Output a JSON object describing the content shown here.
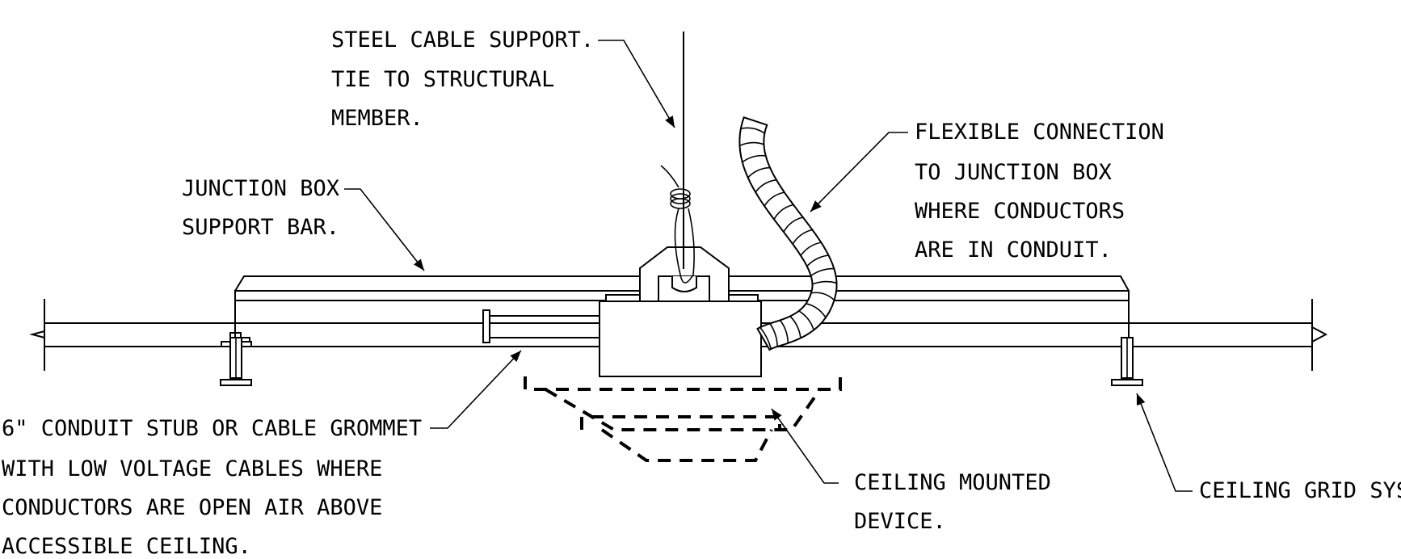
{
  "labels": {
    "steel_cable": [
      "STEEL CABLE SUPPORT.",
      "TIE TO STRUCTURAL",
      "MEMBER."
    ],
    "junction_bar": [
      "JUNCTION BOX",
      "SUPPORT BAR."
    ],
    "flexible": [
      "FLEXIBLE CONNECTION",
      "TO JUNCTION BOX",
      "WHERE CONDUCTORS",
      "ARE IN CONDUIT."
    ],
    "conduit_stub": [
      "6\" CONDUIT STUB OR CABLE GROMMET",
      "WITH LOW VOLTAGE CABLES WHERE",
      "CONDUCTORS ARE OPEN AIR ABOVE",
      "ACCESSIBLE CEILING."
    ],
    "ceiling_device": [
      "CEILING MOUNTED",
      "DEVICE."
    ],
    "ceiling_grid": [
      "CEILING GRID SYSTEM"
    ]
  },
  "colors": {
    "ink": "#000000",
    "paper": "#ffffff"
  }
}
